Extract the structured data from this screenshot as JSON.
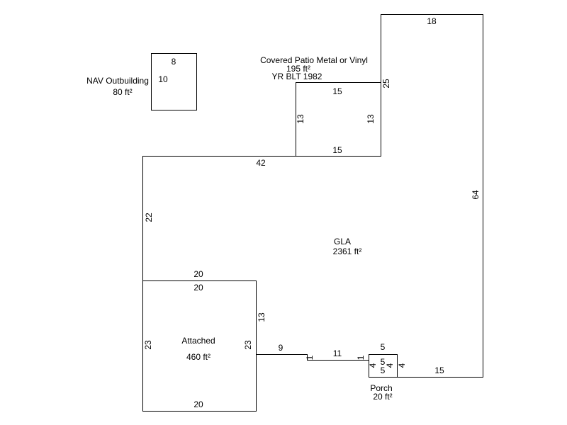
{
  "outbuilding": {
    "name": "NAV Outbuilding",
    "area": "80 ft²",
    "dim_top": "8",
    "dim_side": "10"
  },
  "patio": {
    "name": "Covered Patio Metal or Vinyl",
    "area": "195 ft²",
    "year": "YR BLT 1982",
    "dim_top": "15",
    "dim_bottom": "15",
    "dim_left": "13",
    "dim_right": "13"
  },
  "gla": {
    "name": "GLA",
    "area": "2361 ft²",
    "dim_top_right": "18",
    "dim_upper_left": "25",
    "dim_right": "64",
    "dim_top_left": "42",
    "dim_left": "22",
    "dim_attached_top": "20",
    "dim_step_right": "13",
    "dim_9": "9",
    "dim_1a": "1",
    "dim_11": "11",
    "dim_1b": "1",
    "dim_bottom": "15"
  },
  "attached": {
    "name": "Attached",
    "area": "460 ft²",
    "dim_top": "20",
    "dim_bottom": "20",
    "dim_left": "23",
    "dim_right": "23"
  },
  "porch": {
    "name": "Porch",
    "area": "20 ft²",
    "dim_top": "5",
    "dim_inner_top": "5",
    "dim_inner_bottom": "5",
    "dim_inner_left": "4",
    "dim_inner_right": "4",
    "dim_outer_right": "4"
  }
}
